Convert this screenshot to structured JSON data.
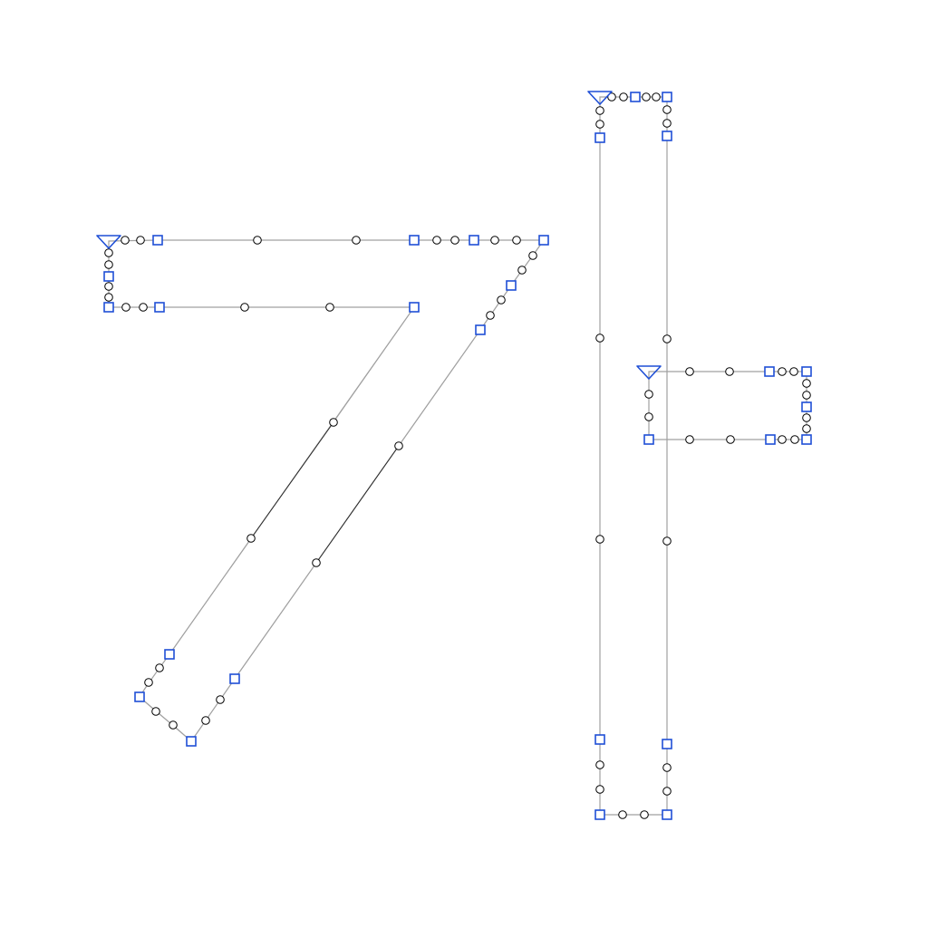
{
  "colors": {
    "background": "#ffffff",
    "outline": "#a0a0a0",
    "outline_dark": "#2b2b2b",
    "on_curve_point": "#1f4fd6",
    "off_curve_point": "#000000",
    "start_marker": "#1f4fd6"
  },
  "icons": {
    "start": "triangle-down-icon",
    "on_curve": "square-node-icon",
    "off_curve": "circle-handle-icon"
  },
  "glyph_outline": {
    "contours": [
      {
        "name": "seven-shape",
        "start": "triangle",
        "segments": [
          [
            "L",
            [
              [
                120,
                266
              ],
              [
                174,
                265
              ]
            ]
          ],
          [
            "L",
            [
              [
                174,
                265
              ],
              [
                457,
                265
              ]
            ]
          ],
          [
            "C",
            [
              [
                457,
                265
              ],
              [
                482,
                265
              ],
              [
                502,
                265
              ],
              [
                523,
                265
              ]
            ]
          ],
          [
            "C",
            [
              [
                523,
                265
              ],
              [
                546,
                265
              ],
              [
                570,
                265
              ],
              [
                600,
                265
              ]
            ]
          ],
          [
            "C",
            [
              [
                600,
                265
              ],
              [
                588,
                282
              ],
              [
                576,
                298
              ],
              [
                564,
                315
              ]
            ]
          ],
          [
            "C",
            [
              [
                564,
                315
              ],
              [
                553,
                331
              ],
              [
                541,
                348
              ],
              [
                530,
                364
              ]
            ]
          ],
          [
            "C",
            [
              [
                530,
                364
              ],
              [
                440,
                492
              ],
              [
                349,
                621
              ],
              [
                259,
                749
              ]
            ]
          ],
          [
            "C",
            [
              [
                259,
                749
              ],
              [
                243,
                772
              ],
              [
                227,
                795
              ],
              [
                211,
                818
              ]
            ]
          ],
          [
            "C",
            [
              [
                211,
                818
              ],
              [
                191,
                800
              ],
              [
                172,
                785
              ],
              [
                154,
                769
              ]
            ]
          ],
          [
            "C",
            [
              [
                154,
                769
              ],
              [
                164,
                753
              ],
              [
                176,
                737
              ],
              [
                187,
                722
              ]
            ]
          ],
          [
            "C",
            [
              [
                187,
                722
              ],
              [
                277,
                594
              ],
              [
                368,
                466
              ],
              [
                457,
                339
              ]
            ]
          ],
          [
            "C",
            [
              [
                457,
                339
              ],
              [
                364,
                339
              ],
              [
                270,
                339
              ],
              [
                176,
                339
              ]
            ]
          ],
          [
            "C",
            [
              [
                176,
                339
              ],
              [
                158,
                339
              ],
              [
                139,
                339
              ],
              [
                120,
                339
              ]
            ]
          ],
          [
            "C",
            [
              [
                120,
                339
              ],
              [
                120,
                328
              ],
              [
                120,
                316
              ],
              [
                120,
                305
              ]
            ]
          ],
          [
            "C",
            [
              [
                120,
                305
              ],
              [
                120,
                292
              ],
              [
                120,
                279
              ],
              [
                120,
                266
              ]
            ]
          ]
        ],
        "on_curve_points": [
          [
            174,
            265
          ],
          [
            457,
            265
          ],
          [
            523,
            265
          ],
          [
            600,
            265
          ],
          [
            564,
            315
          ],
          [
            530,
            364
          ],
          [
            259,
            749
          ],
          [
            211,
            818
          ],
          [
            154,
            769
          ],
          [
            187,
            722
          ],
          [
            457,
            339
          ],
          [
            176,
            339
          ],
          [
            120,
            339
          ],
          [
            120,
            305
          ]
        ],
        "off_curve_points": [
          [
            138,
            265
          ],
          [
            155,
            265
          ],
          [
            284,
            265
          ],
          [
            393,
            265
          ],
          [
            482,
            265
          ],
          [
            502,
            265
          ],
          [
            546,
            265
          ],
          [
            570,
            265
          ],
          [
            588,
            282
          ],
          [
            576,
            298
          ],
          [
            553,
            331
          ],
          [
            541,
            348
          ],
          [
            440,
            492
          ],
          [
            349,
            621
          ],
          [
            243,
            772
          ],
          [
            227,
            795
          ],
          [
            191,
            800
          ],
          [
            172,
            785
          ],
          [
            164,
            753
          ],
          [
            176,
            737
          ],
          [
            277,
            594
          ],
          [
            368,
            466
          ],
          [
            364,
            339
          ],
          [
            270,
            339
          ],
          [
            158,
            339
          ],
          [
            139,
            339
          ],
          [
            120,
            328
          ],
          [
            120,
            316
          ],
          [
            120,
            292
          ],
          [
            120,
            279
          ]
        ]
      },
      {
        "name": "tall-stem",
        "start": "triangle",
        "segments": [
          [
            "C",
            [
              [
                662,
                107
              ],
              [
                675,
                107
              ],
              [
                688,
                107
              ],
              [
                701,
                107
              ]
            ]
          ],
          [
            "C",
            [
              [
                701,
                107
              ],
              [
                713,
                107
              ],
              [
                724,
                107
              ],
              [
                736,
                107
              ]
            ]
          ],
          [
            "C",
            [
              [
                736,
                107
              ],
              [
                736,
                121
              ],
              [
                736,
                136
              ],
              [
                736,
                150
              ]
            ]
          ],
          [
            "C",
            [
              [
                736,
                150
              ],
              [
                736,
                374
              ],
              [
                736,
                597
              ],
              [
                736,
                821
              ]
            ]
          ],
          [
            "C",
            [
              [
                736,
                821
              ],
              [
                736,
                847
              ],
              [
                736,
                873
              ],
              [
                736,
                899
              ]
            ]
          ],
          [
            "C",
            [
              [
                736,
                899
              ],
              [
                711,
                899
              ],
              [
                687,
                899
              ],
              [
                662,
                899
              ]
            ]
          ],
          [
            "C",
            [
              [
                662,
                899
              ],
              [
                662,
                871
              ],
              [
                662,
                844
              ],
              [
                662,
                816
              ]
            ]
          ],
          [
            "C",
            [
              [
                662,
                816
              ],
              [
                662,
                595
              ],
              [
                662,
                373
              ],
              [
                662,
                152
              ]
            ]
          ],
          [
            "C",
            [
              [
                662,
                152
              ],
              [
                662,
                137
              ],
              [
                662,
                122
              ],
              [
                662,
                107
              ]
            ]
          ]
        ],
        "on_curve_points": [
          [
            701,
            107
          ],
          [
            736,
            107
          ],
          [
            736,
            150
          ],
          [
            736,
            821
          ],
          [
            736,
            899
          ],
          [
            662,
            899
          ],
          [
            662,
            816
          ],
          [
            662,
            152
          ]
        ],
        "off_curve_points": [
          [
            675,
            107
          ],
          [
            688,
            107
          ],
          [
            713,
            107
          ],
          [
            724,
            107
          ],
          [
            736,
            121
          ],
          [
            736,
            136
          ],
          [
            736,
            374
          ],
          [
            736,
            597
          ],
          [
            736,
            847
          ],
          [
            736,
            873
          ],
          [
            711,
            899
          ],
          [
            687,
            899
          ],
          [
            662,
            871
          ],
          [
            662,
            844
          ],
          [
            662,
            595
          ],
          [
            662,
            373
          ],
          [
            662,
            137
          ],
          [
            662,
            122
          ]
        ]
      },
      {
        "name": "crossbar",
        "start": "triangle",
        "segments": [
          [
            "C",
            [
              [
                716,
                410
              ],
              [
                761,
                410
              ],
              [
                805,
                410
              ],
              [
                849,
                410
              ]
            ]
          ],
          [
            "C",
            [
              [
                849,
                410
              ],
              [
                863,
                410
              ],
              [
                876,
                410
              ],
              [
                890,
                410
              ]
            ]
          ],
          [
            "C",
            [
              [
                890,
                410
              ],
              [
                890,
                423
              ],
              [
                890,
                436
              ],
              [
                890,
                449
              ]
            ]
          ],
          [
            "C",
            [
              [
                890,
                449
              ],
              [
                890,
                461
              ],
              [
                890,
                473
              ],
              [
                890,
                485
              ]
            ]
          ],
          [
            "C",
            [
              [
                890,
                485
              ],
              [
                877,
                485
              ],
              [
                863,
                485
              ],
              [
                850,
                485
              ]
            ]
          ],
          [
            "C",
            [
              [
                850,
                485
              ],
              [
                806,
                485
              ],
              [
                761,
                485
              ],
              [
                716,
                485
              ]
            ]
          ],
          [
            "C",
            [
              [
                716,
                485
              ],
              [
                716,
                460
              ],
              [
                716,
                435
              ],
              [
                716,
                410
              ]
            ]
          ]
        ],
        "on_curve_points": [
          [
            849,
            410
          ],
          [
            890,
            410
          ],
          [
            890,
            449
          ],
          [
            890,
            485
          ],
          [
            850,
            485
          ],
          [
            716,
            485
          ]
        ],
        "off_curve_points": [
          [
            761,
            410
          ],
          [
            805,
            410
          ],
          [
            863,
            410
          ],
          [
            876,
            410
          ],
          [
            890,
            423
          ],
          [
            890,
            436
          ],
          [
            890,
            461
          ],
          [
            890,
            473
          ],
          [
            877,
            485
          ],
          [
            863,
            485
          ],
          [
            806,
            485
          ],
          [
            761,
            485
          ],
          [
            716,
            460
          ],
          [
            716,
            435
          ]
        ]
      }
    ]
  }
}
